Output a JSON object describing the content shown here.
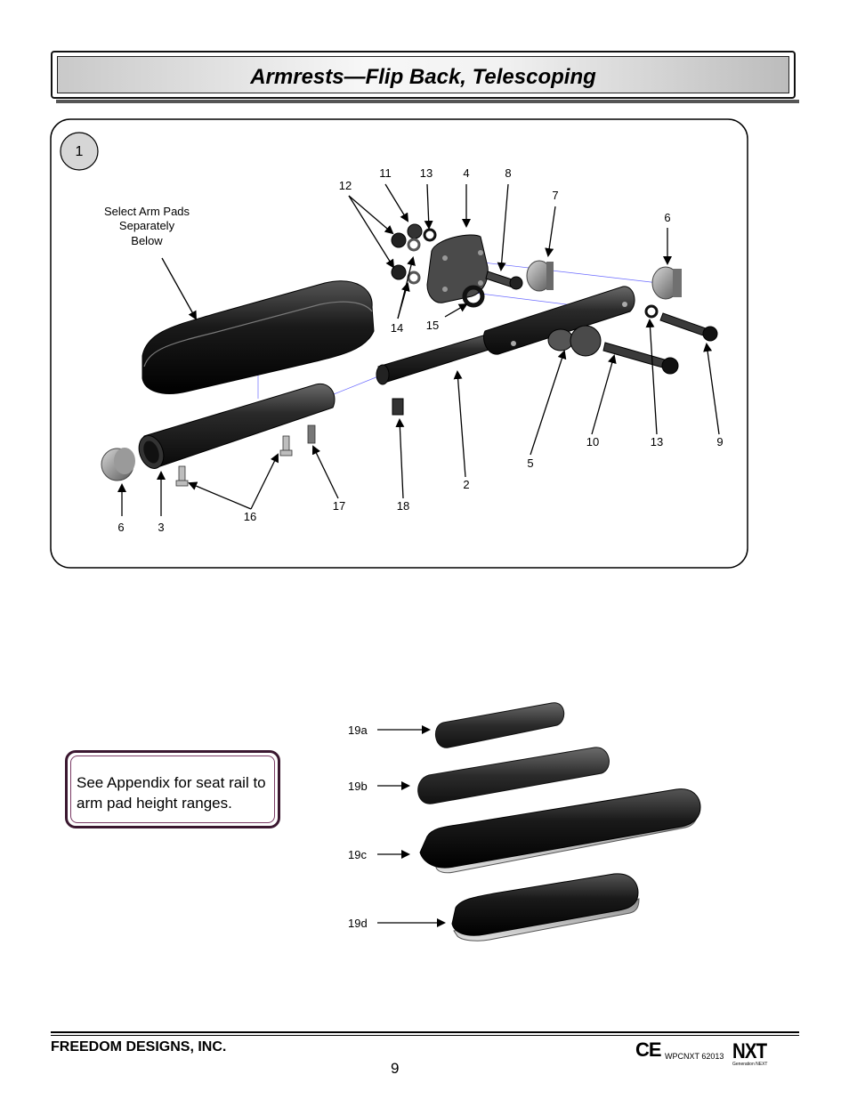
{
  "header": {
    "title": "Armrests—Flip Back, Telescoping"
  },
  "figure1": {
    "step_number": "1",
    "pad_note": [
      "Select Arm Pads",
      "Separately",
      "Below"
    ],
    "labels": {
      "n12": "12",
      "n11": "11",
      "n13a": "13",
      "n4": "4",
      "n8": "8",
      "n7": "7",
      "n6a": "6",
      "n14": "14",
      "n15": "15",
      "n10": "10",
      "n13b": "13",
      "n9": "9",
      "n5": "5",
      "n2": "2",
      "n18": "18",
      "n17": "17",
      "n16": "16",
      "n6b": "6",
      "n3": "3"
    }
  },
  "pads": {
    "p19a": "19a",
    "p19b": "19b",
    "p19c": "19c",
    "p19d": "19d"
  },
  "appendix_note": "See Appendix for seat rail to arm pad height ranges.",
  "footer": {
    "company": "FREEDOM DESIGNS, INC.",
    "page_number": "9",
    "ce_mark": "CE",
    "doc_number": "WPCNXT 62013",
    "brand": "NXT",
    "brand_sub": "Generation NEXT"
  }
}
